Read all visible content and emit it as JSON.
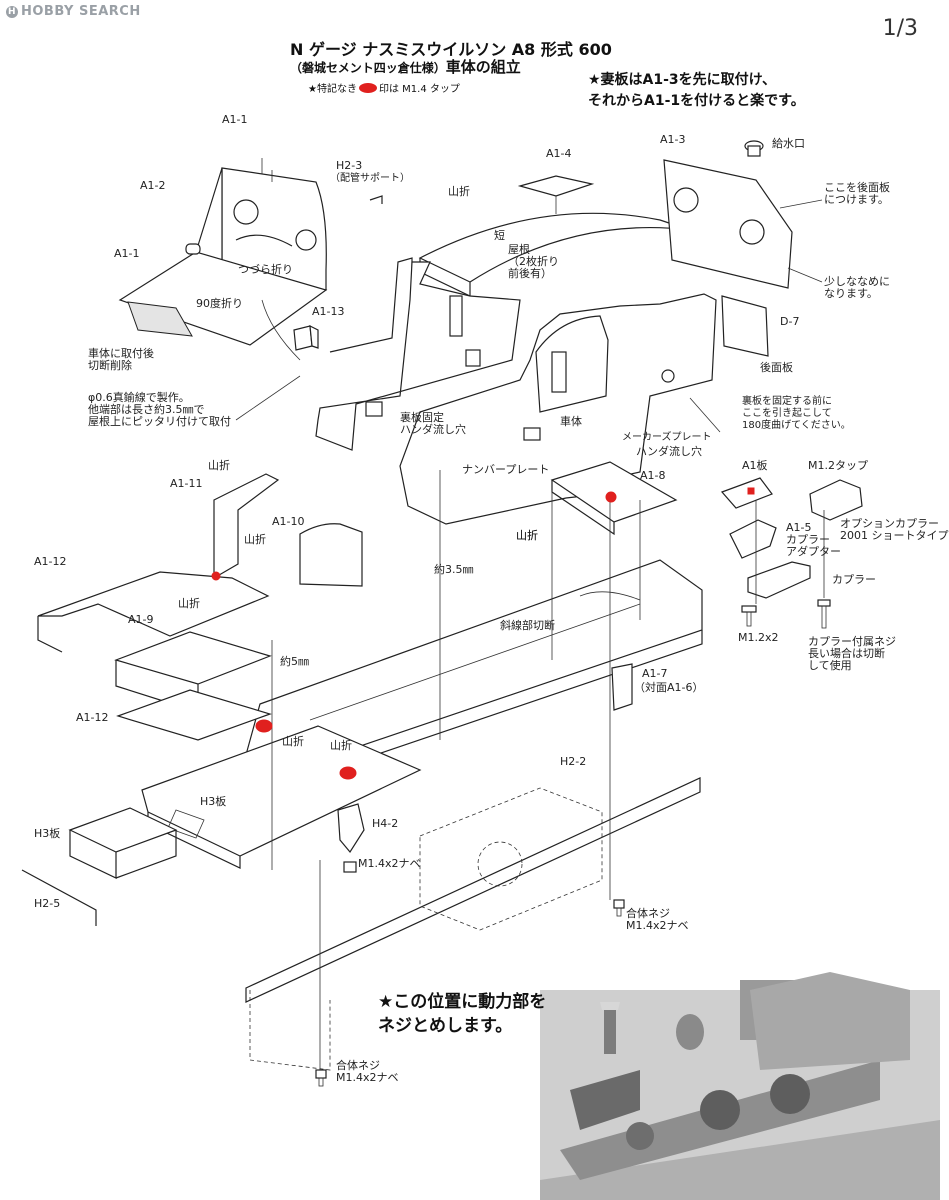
{
  "header": {
    "watermark": "HOBBY SEARCH",
    "watermark_mark": "H",
    "page": "1/3",
    "title": "N ゲージ ナスミスウイルソン A8 形式 600",
    "subtitle_small": "（磐城セメント四ッ倉仕様）",
    "subtitle_main": "車体の組立",
    "tap_note_before": "★特記なき",
    "tap_note_after": "印は M1.4 タップ"
  },
  "notes": {
    "top_right": "★妻板はA1-3を先に取付け、\nそれからA1-1を付けると楽です。",
    "bottom": "★この位置に動力部を\nネジとめします。"
  },
  "labels": {
    "a1_1_top": "A1-1",
    "a1_2": "A1-2",
    "a1_1_left": "A1-1",
    "h2_3": "H2-3",
    "h2_3_sub": "（配管サポート）",
    "tsudura": "つづら折り",
    "bend90": "90度折り",
    "a1_13": "A1-13",
    "cut_note": "車体に取付後\n切断削除",
    "wire_note": "φ0.6真鍮線で製作。\n他端部は長さ約3.5㎜で\n屋根上にピッタリ付けて取付",
    "a1_4": "A1-4",
    "yamaori_roof": "山折",
    "short": "短",
    "roof": "屋根\n（2枚折り\n前後有）",
    "a1_3": "A1-3",
    "water_inlet": "給水口",
    "back_note": "ここを後面板\nにつけます。",
    "slant_note": "少しななめに\nなります。",
    "d7": "D-7",
    "back_plate": "後面板",
    "back_fix_note": "裏板を固定する前に\nここを引き起こして\n180度曲げてください。",
    "body": "車体",
    "back_solder": "裏板固定\nハンダ流し穴",
    "maker_plate": "メーカーズプレート",
    "number_plate": "ナンバープレート",
    "solder_hole": "ハンダ流し穴",
    "a1_8": "A1-8",
    "yamaori_a": "山折",
    "a1_board": "A1板",
    "m12_tap": "M1.2タップ",
    "a1_5": "A1-5",
    "coupler_adapter": "カプラー\nアダプター",
    "option_coupler": "オプションカプラー\n2001 ショートタイプ",
    "coupler": "カプラー",
    "m12x2": "M1.2x2",
    "coupler_screw": "カプラー付属ネジ\n長い場合は切断\nして使用",
    "a1_11": "A1-11",
    "yamaori_b": "山折",
    "yamaori_c": "山折",
    "a1_10": "A1-10",
    "a1_12_top": "A1-12",
    "a1_9": "A1-9",
    "yamaori_d": "山折",
    "approx5": "約5㎜",
    "a1_12_bottom": "A1-12",
    "approx35": "約3.5㎜",
    "yamaori_e": "山折",
    "hatch_cut": "斜線部切断",
    "a1_7": "A1-7",
    "a1_7_sub": "（対面A1-6）",
    "h2_2": "H2-2",
    "yamaori_f": "山折",
    "yamaori_g": "山折",
    "h3_board_center": "H3板",
    "h4_2": "H4-2",
    "m14x2_nabe": "M1.4x2ナベ",
    "h3_board_left": "H3板",
    "h2_5": "H2-5",
    "assembly_screw_right": "合体ネジ\nM1.4x2ナベ",
    "assembly_screw_bottom": "合体ネジ\nM1.4x2ナベ"
  },
  "colors": {
    "tap_marker": "#e0201e",
    "line": "#222222",
    "watermark": "#9aa0a6"
  }
}
